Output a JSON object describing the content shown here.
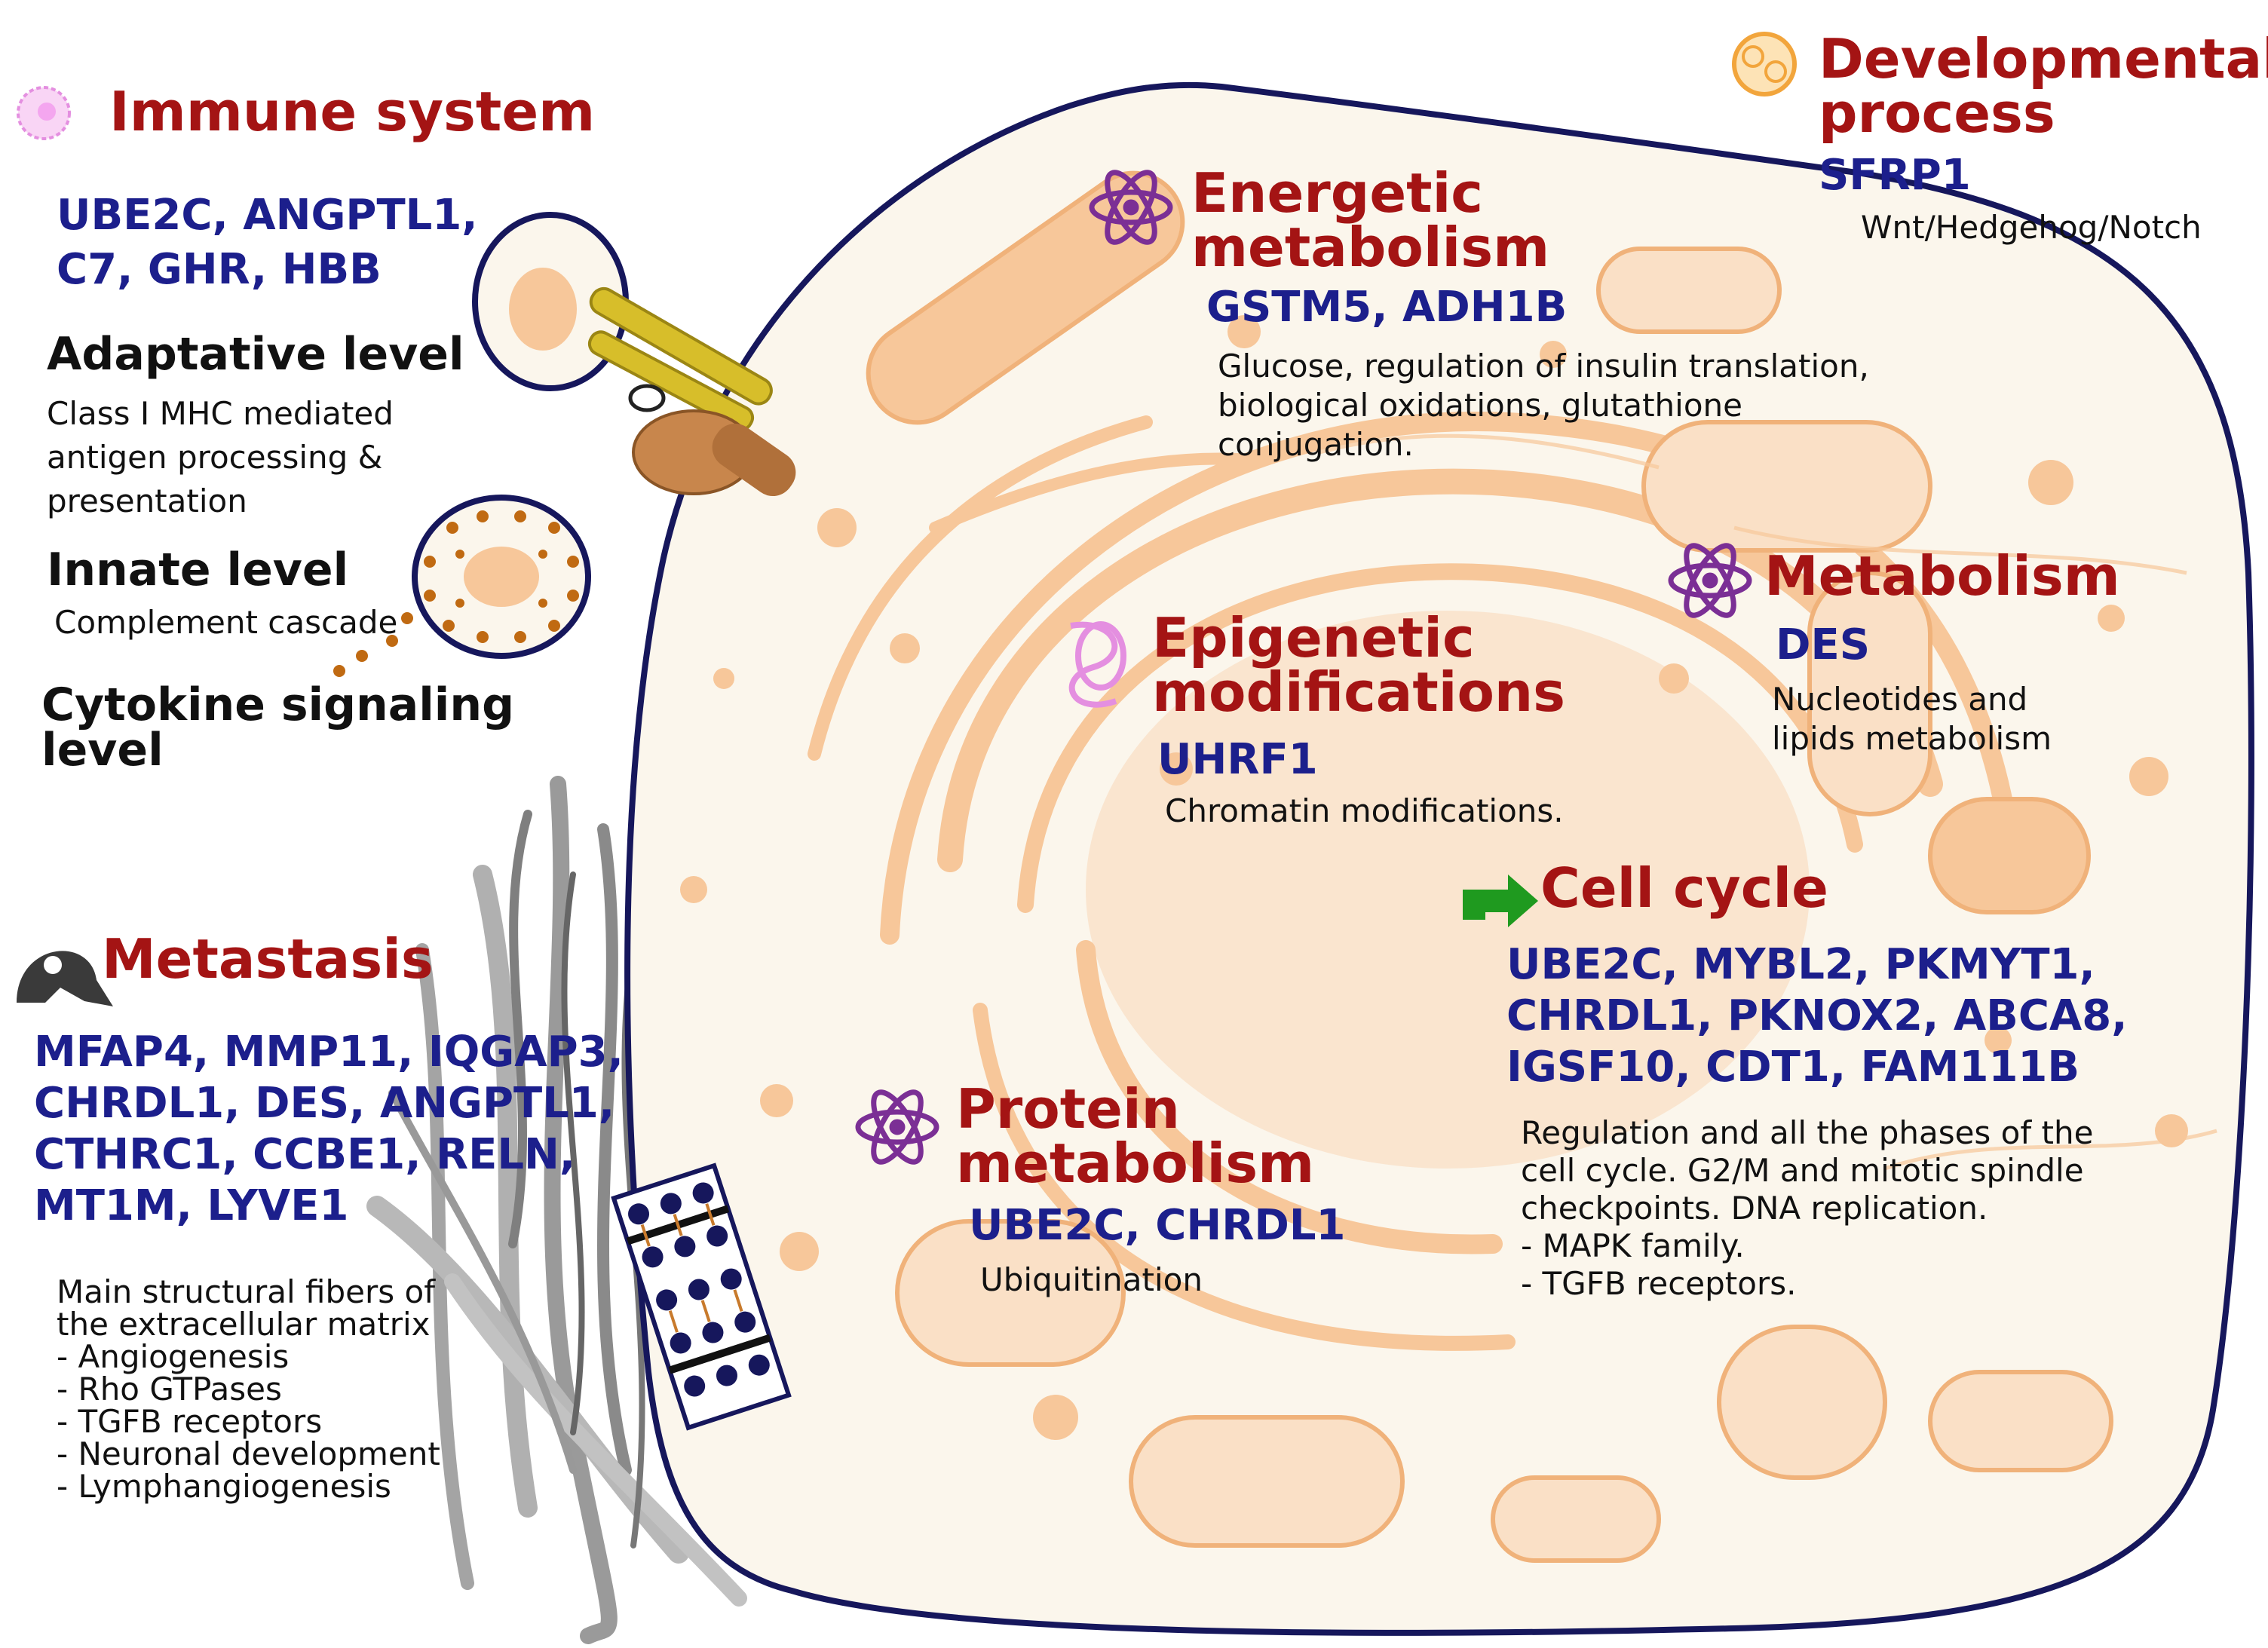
{
  "immune": {
    "title": "Immune system",
    "genes": "UBE2C, ANGPTL1,\nC7, GHR, HBB",
    "adaptive_label": "Adaptative level",
    "adaptive_desc": "Class I MHC mediated\nantigen processing &\npresentation",
    "innate_label": "Innate level",
    "innate_desc": "Complement cascade",
    "cytokine_label": "Cytokine signaling\nlevel"
  },
  "metastasis": {
    "title": "Metastasis",
    "genes": "MFAP4, MMP11, IQGAP3,\nCHRDL1, DES, ANGPTL1,\nCTHRC1, CCBE1, RELN,\nMT1M, LYVE1",
    "desc": "Main structural fibers of\nthe extracellular matrix\n    - Angiogenesis\n    - Rho GTPases\n    - TGFB receptors\n    - Neuronal development\n    - Lymphangiogenesis"
  },
  "developmental": {
    "title": "Developmental\nprocess",
    "genes": "SFRP1",
    "desc": "Wnt/Hedgehog/Notch"
  },
  "energetic": {
    "title": "Energetic\nmetabolism",
    "genes": "GSTM5, ADH1B",
    "desc": "Glucose, regulation of insulin translation,\nbiological oxidations, glutathione\nconjugation."
  },
  "metabolism": {
    "title": "Metabolism",
    "genes": "DES",
    "desc": "Nucleotides and\nlipids metabolism"
  },
  "epigenetic": {
    "title": "Epigenetic\nmodifications",
    "genes": "UHRF1",
    "desc": "Chromatin modifications."
  },
  "cell_cycle": {
    "title": "Cell cycle",
    "genes": "UBE2C, MYBL2, PKMYT1,\nCHRDL1, PKNOX2, ABCA8,\nIGSF10, CDT1, FAM111B",
    "desc": "Regulation and all the phases of the\ncell cycle. G2/M and mitotic spindle\ncheckpoints. DNA replication.\n    - MAPK family.\n    - TGFB receptors."
  },
  "protein": {
    "title": "Protein\nmetabolism",
    "genes": "UBE2C, CHRDL1",
    "desc": "Ubiquitination"
  },
  "colors": {
    "title": "#a41414",
    "genes": "#1c1f8c",
    "cell_fill": "#fbf6ec",
    "organelle": "#f7c79a",
    "membrane": "#16175c",
    "atom_icon": "#7b2f95",
    "arrow_icon": "#1f9a1f"
  }
}
